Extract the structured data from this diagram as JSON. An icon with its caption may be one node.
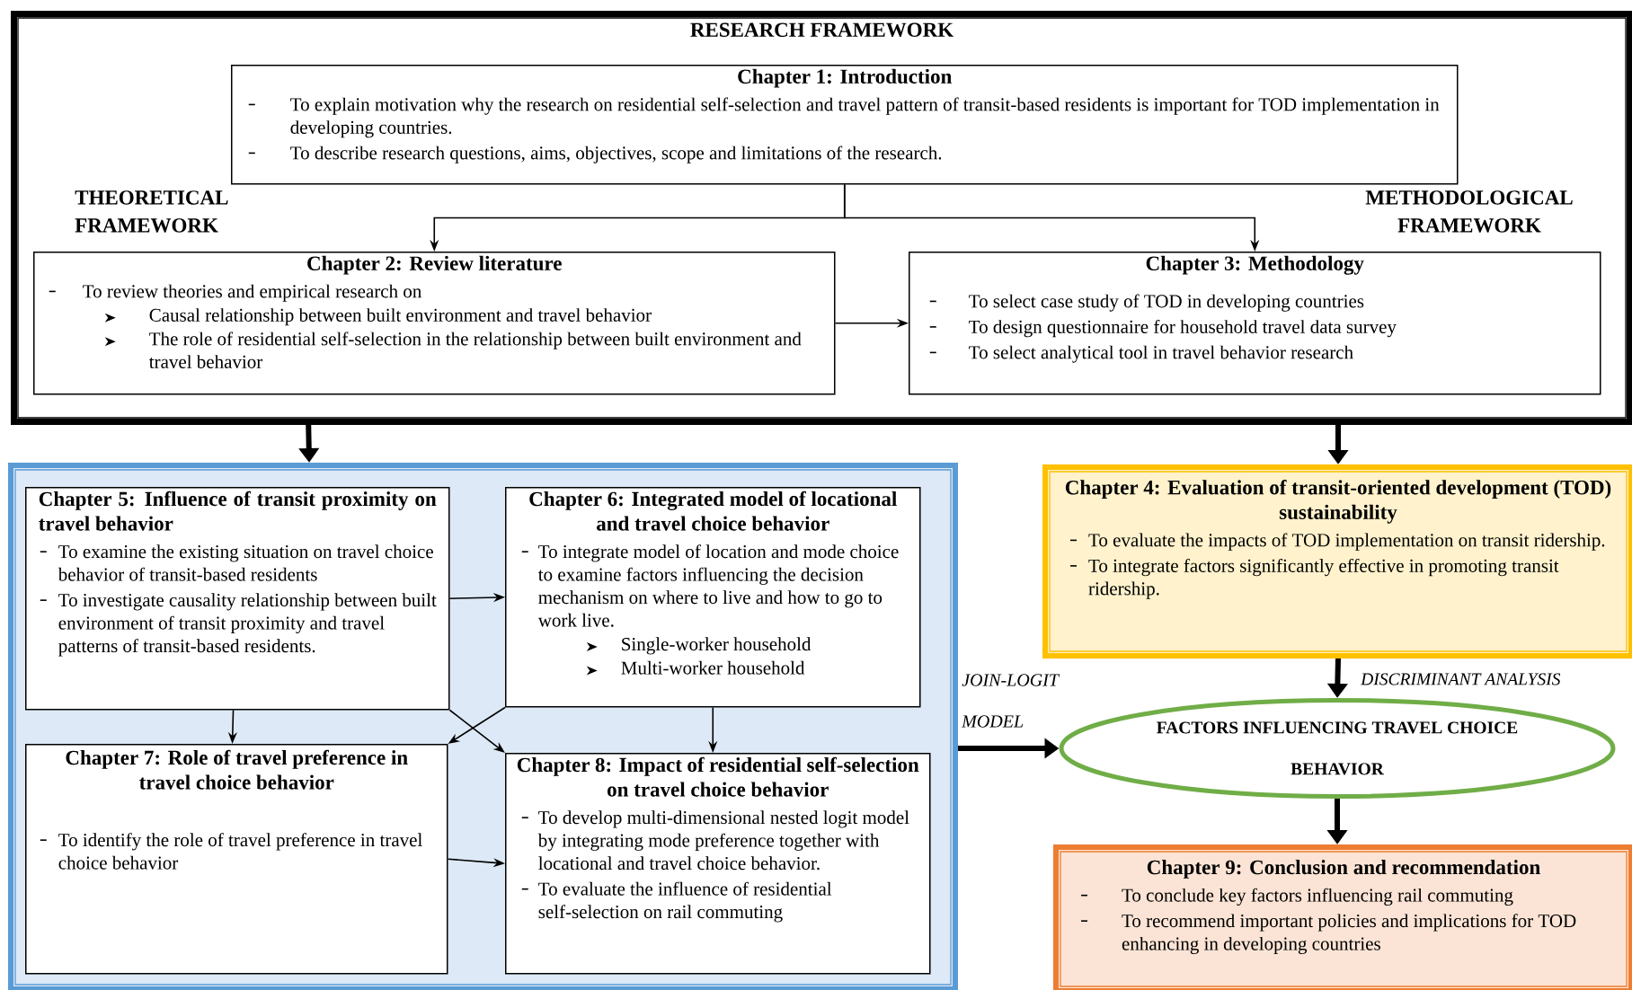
{
  "diagram": {
    "nodes": [
      {
        "text": [
          "RESEARCH FRAMEWORK"
        ]
      },
      {
        "text": [
          "Chapter 1: Introduction",
          "To explain motivation why the research on residential self-selection and travel pattern of transit-based residents is important for TOD implementation in developing countries.",
          "To describe research questions, aims, objectives, scope and limitations of the research."
        ],
        "in": 0
      },
      {
        "text": [
          "Chapter 2: Review literature",
          "To review theories and empirical research on",
          "Causal relationship between built environment and travel behavior",
          "The role of residential self-selection in the relationship between built environment and travel behavior"
        ],
        "in": 0
      },
      {
        "text": [
          "Chapter 3: Methodology",
          "To select case study of TOD in developing countries",
          "To design questionnaire for household travel data survey",
          "To select analytical tool in travel behavior research"
        ],
        "in": 0
      },
      {
        "text": [],
        "shape": "box"
      },
      {
        "text": [
          "Chapter 5: Influence of transit proximity on travel behavior",
          "To examine the existing situation on travel choice behavior of transit-based residents",
          "To investigate causality relationship between built environment of transit proximity and travel patterns of transit-based residents."
        ],
        "in": 4
      },
      {
        "text": [
          "Chapter 6: Integrated model of locational and travel choice behavior",
          "To integrate model of location and mode choice to examine factors influencing the decision mechanism on where to live and how to go to work live.",
          "Single-worker household",
          "Multi-worker household"
        ],
        "in": 4
      },
      {
        "text": [
          "Chapter 7: Role of travel preference in travel choice behavior",
          "To identify the role of travel preference in travel choice behavior"
        ],
        "in": 4
      },
      {
        "text": [
          "Chapter 8: Impact of residential self-selection on travel choice behavior",
          "To develop multi-dimensional nested logit model by integrating mode preference together with locational and travel choice behavior.",
          "To evaluate the influence of residential self-selection on rail commuting"
        ],
        "in": 4
      },
      {
        "text": [
          "Chapter 4: Evaluation of transit-oriented development (TOD) sustainability",
          "To evaluate the impacts of TOD implementation on transit ridership.",
          "To integrate factors significantly effective in promoting transit ridership."
        ]
      },
      {
        "text": [
          "FACTORS INFLUENCING TRAVEL CHOICE BEHAVIOR"
        ]
      },
      {
        "text": [
          "Chapter 9: Conclusion and recommendation",
          "To conclude key factors influencing rail commuting",
          "To recommend important policies and implications for TOD enhancing in developing countries"
        ]
      }
    ],
    "edges": [
      {
        "from": 1,
        "to": 2,
        "arrow": "to"
      },
      {
        "from": 1,
        "to": 3,
        "arrow": "to"
      },
      {
        "from": 2,
        "to": 3,
        "arrow": "to"
      },
      {
        "from": 0,
        "to": 4,
        "arrow": "to",
        "style": "thick"
      },
      {
        "from": 0,
        "to": 9,
        "arrow": "to",
        "style": "thick"
      },
      {
        "from": 5,
        "to": 6,
        "arrow": "to"
      },
      {
        "from": 5,
        "to": 7,
        "arrow": "to"
      },
      {
        "from": 5,
        "to": 8,
        "arrow": "to"
      },
      {
        "from": 6,
        "to": 7,
        "arrow": "to"
      },
      {
        "from": 6,
        "to": 8,
        "arrow": "to"
      },
      {
        "from": 7,
        "to": 8,
        "arrow": "to"
      },
      {
        "from": 4,
        "to": 10,
        "arrow": "to",
        "style": "thick",
        "label": "JOIN-LOGIT MODEL"
      },
      {
        "from": 9,
        "to": 10,
        "arrow": "to",
        "style": "thick",
        "label": "DISCRIMINANT ANALYSIS"
      },
      {
        "from": 10,
        "to": 11,
        "arrow": "to",
        "style": "thick"
      }
    ],
    "labels": [
      "THEORETICAL FRAMEWORK",
      "METHODOLOGICAL FRAMEWORK"
    ]
  }
}
